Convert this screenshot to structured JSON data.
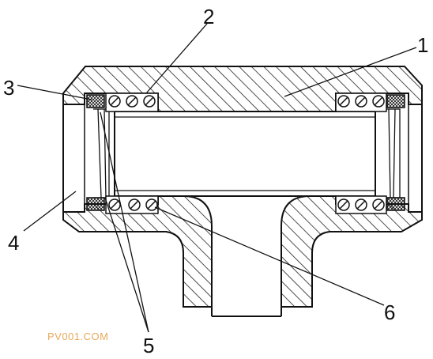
{
  "diagram": {
    "callouts": [
      {
        "id": "1",
        "text": "1"
      },
      {
        "id": "2",
        "text": "2"
      },
      {
        "id": "3",
        "text": "3"
      },
      {
        "id": "4",
        "text": "4"
      },
      {
        "id": "5",
        "text": "5"
      },
      {
        "id": "6",
        "text": "6"
      }
    ],
    "watermark": "PV001.COM"
  },
  "colors": {
    "stroke": "#111111",
    "hatch": "#222222",
    "watermark": "#e8a85a"
  }
}
